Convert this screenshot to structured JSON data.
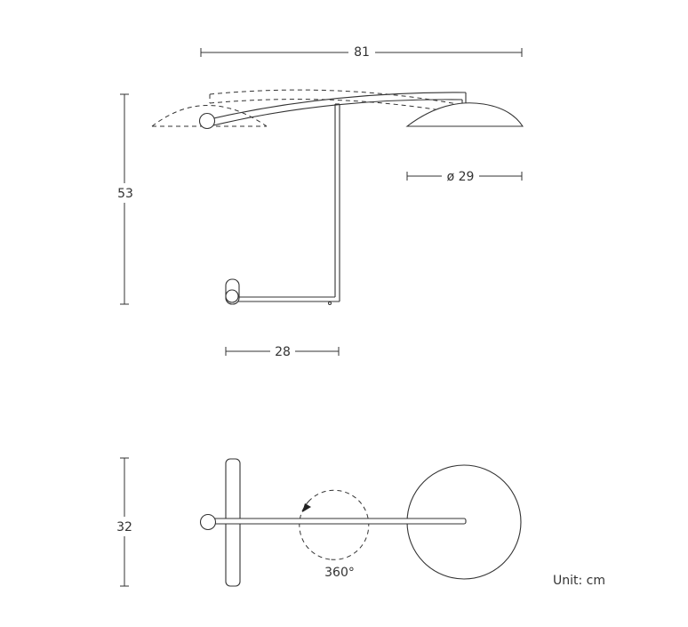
{
  "dimensions": {
    "total_width": "81",
    "total_height": "53",
    "shade_diameter": "ø 29",
    "base_width": "28",
    "depth": "32",
    "rotation": "360°"
  },
  "unit_note": "Unit: cm"
}
